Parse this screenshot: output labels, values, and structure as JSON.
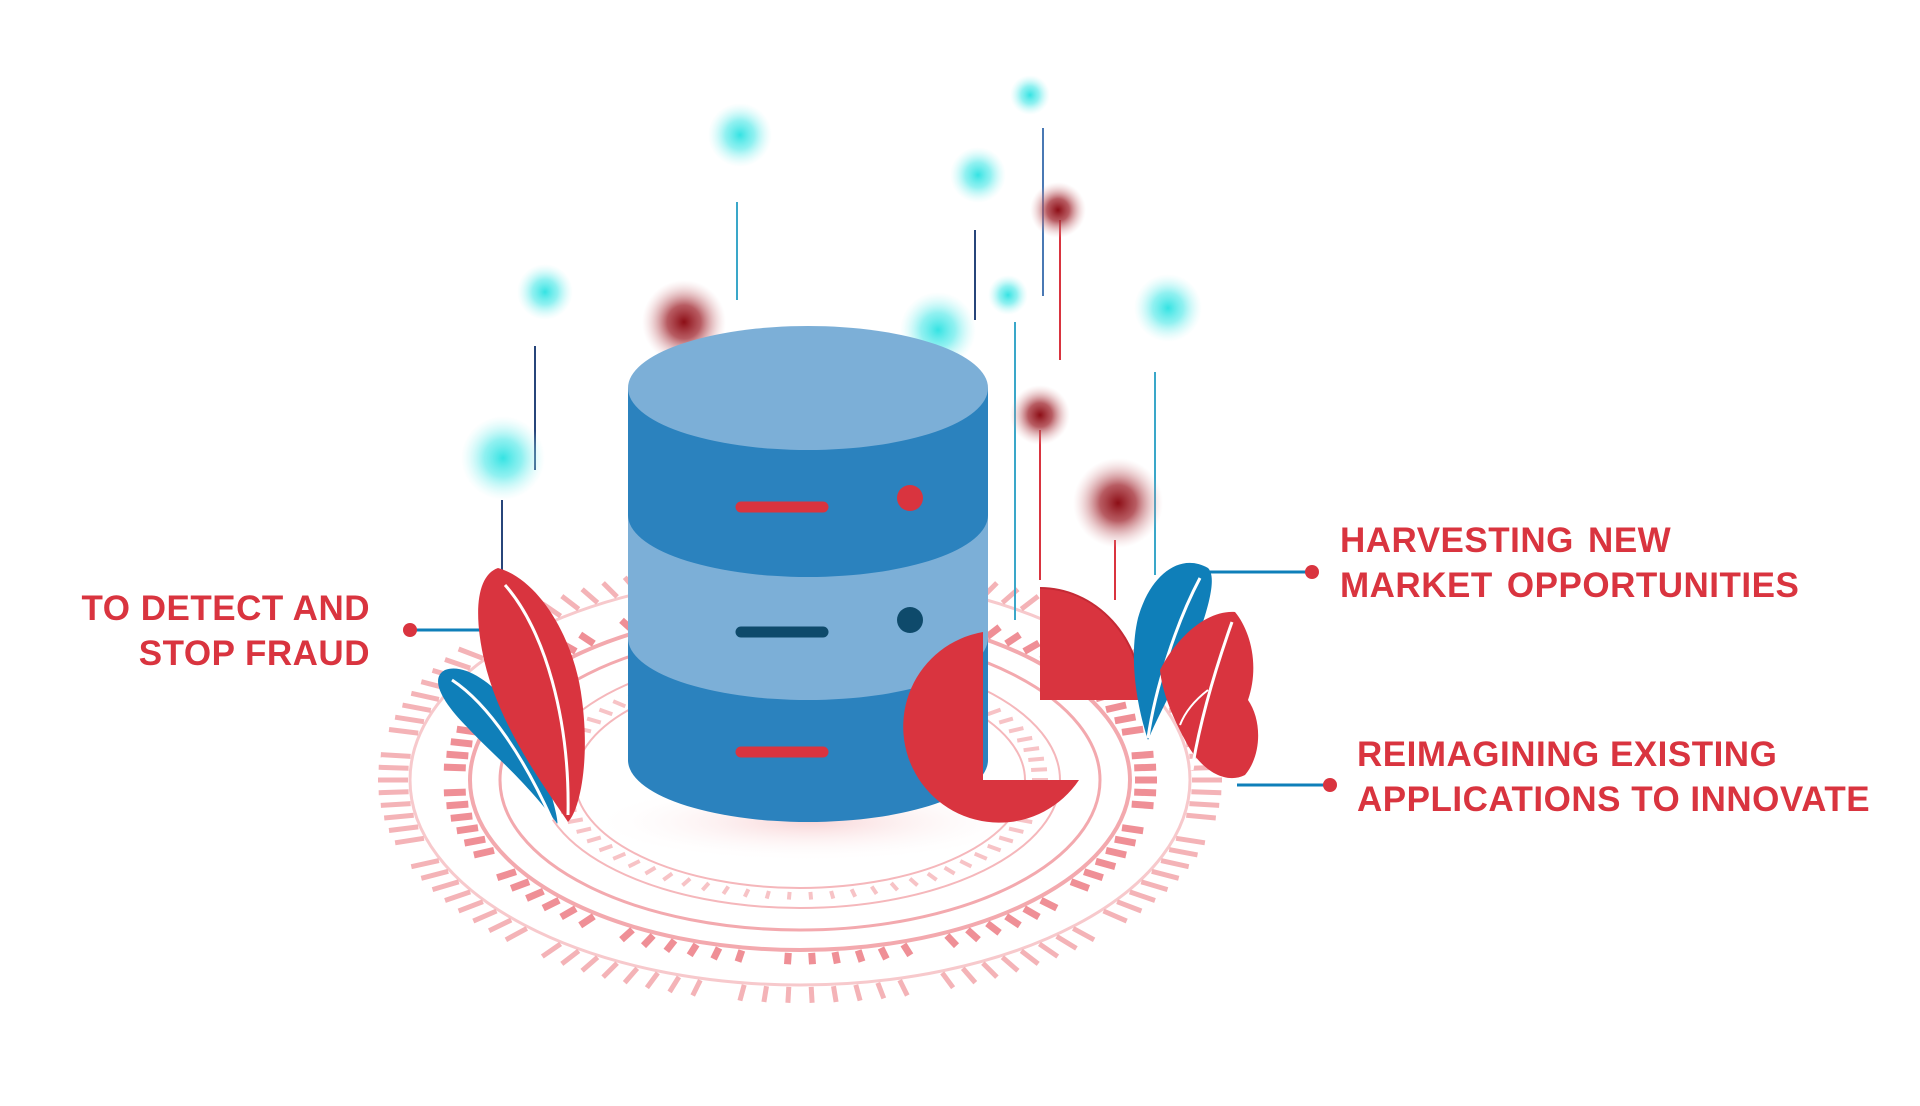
{
  "colors": {
    "accent_red": "#d9343f",
    "accent_blue": "#0f7fb9",
    "db_dark": "#2b82be",
    "db_light": "#7cafd7",
    "db_slot_dark": "#0e4a6b",
    "glow_cyan": "#35e3e3",
    "glow_maroon": "#8d0e16",
    "ring_pink": "#f2a1a6",
    "background": "#ffffff"
  },
  "labels": {
    "fraud": {
      "line1": "TO DETECT AND",
      "line2": "STOP FRAUD"
    },
    "harvest": {
      "line1": "HARVESTING  NEW",
      "line2": "MARKET  OPPORTUNITIES"
    },
    "reimagine": {
      "line1": "REIMAGINING EXISTING",
      "line2": "APPLICATIONS TO INNOVATE"
    }
  },
  "icons": [
    "database-icon",
    "pie-chart-icon",
    "leaf-icon",
    "data-particle-icon",
    "circuit-ring-icon"
  ]
}
